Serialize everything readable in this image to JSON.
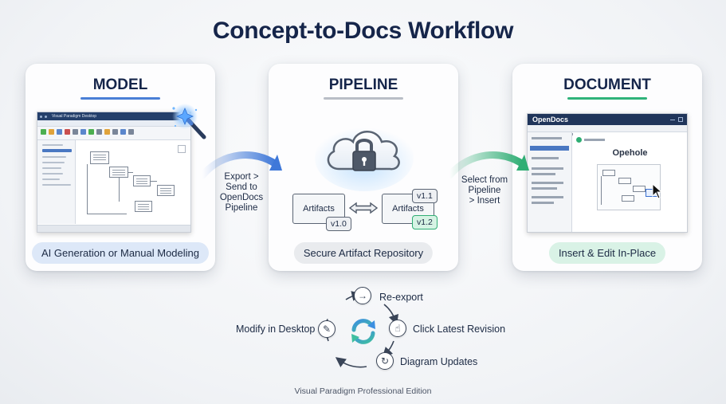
{
  "title": "Concept-to-Docs Workflow",
  "cards": {
    "model": {
      "title": "MODEL",
      "pill": "AI Generation or Manual Modeling",
      "window_title": "Visual Paradigm Desktop"
    },
    "pipeline": {
      "title": "PIPELINE",
      "pill": "Secure Artifact Repository",
      "artifact_left": "Artifacts",
      "artifact_right": "Artifacts",
      "versions": [
        "v1.0",
        "v1.1",
        "v1.2"
      ]
    },
    "document": {
      "title": "DOCUMENT",
      "pill": "Insert & Edit In-Place",
      "app_name": "OpenDocs",
      "doc_heading": "Opehole"
    }
  },
  "connectors": {
    "export": [
      "Export >",
      "Send to",
      "OpenDocs",
      "Pipeline"
    ],
    "select": [
      "Select from",
      "Pipeline",
      "> Insert"
    ]
  },
  "cycle": {
    "reexport": "Re-export",
    "click": "Click Latest Revision",
    "updates": "Diagram Updates",
    "modify": "Modify in Desktop"
  },
  "footer": "Visual Paradigm Professional Edition",
  "colors": {
    "title": "#15254a",
    "model_accent": "#4a7fd6",
    "pipeline_accent": "#b9bec6",
    "document_accent": "#2fb37a",
    "model_pill": "#dde8f8",
    "pipeline_pill": "#e9ebee",
    "document_pill": "#d9f2e6",
    "arrow_blue": "#3f78d9",
    "arrow_green": "#2fae74",
    "cycle_blue": "#3c8fe0",
    "cycle_green": "#3fbfa0"
  },
  "icons": [
    "magic-wand-icon",
    "cloud-lock-icon",
    "bidirectional-arrow-icon",
    "arrow-right-icon",
    "click-cursor-icon",
    "refresh-icon",
    "pencil-icon",
    "sync-arrows-icon"
  ]
}
